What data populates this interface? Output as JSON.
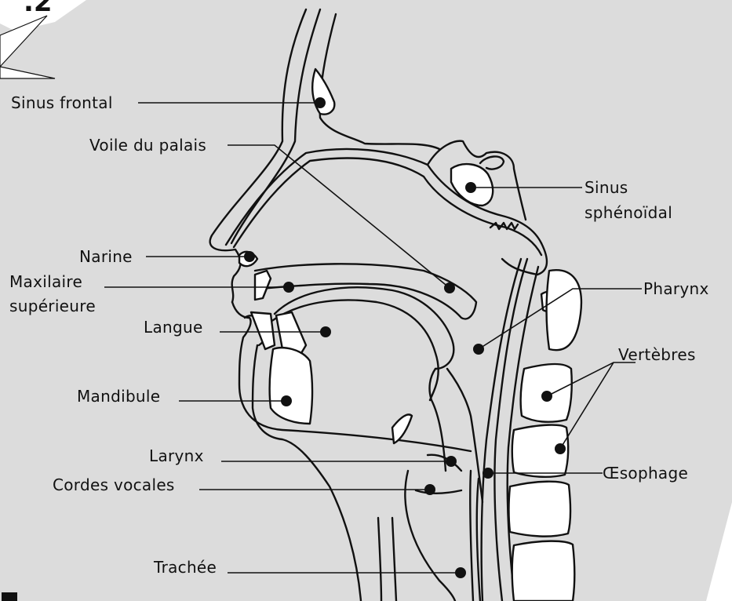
{
  "colors": {
    "background": "#dcdcdc",
    "ink": "#111111",
    "paper": "#ffffff"
  },
  "corner_fragment": ".2",
  "labels": {
    "sinus_frontal": "Sinus frontal",
    "voile_du_palais": "Voile du palais",
    "sinus_sphenoidal_1": "Sinus",
    "sinus_sphenoidal_2": "sphénoïdal",
    "narine": "Narine",
    "maxilaire_1": "Maxilaire",
    "maxilaire_2": "supérieure",
    "pharynx": "Pharynx",
    "langue": "Langue",
    "vertebres": "Vertèbres",
    "mandibule": "Mandibule",
    "larynx": "Larynx",
    "oesophage": "Œsophage",
    "cordes_vocales": "Cordes vocales",
    "trachee": "Trachée"
  }
}
